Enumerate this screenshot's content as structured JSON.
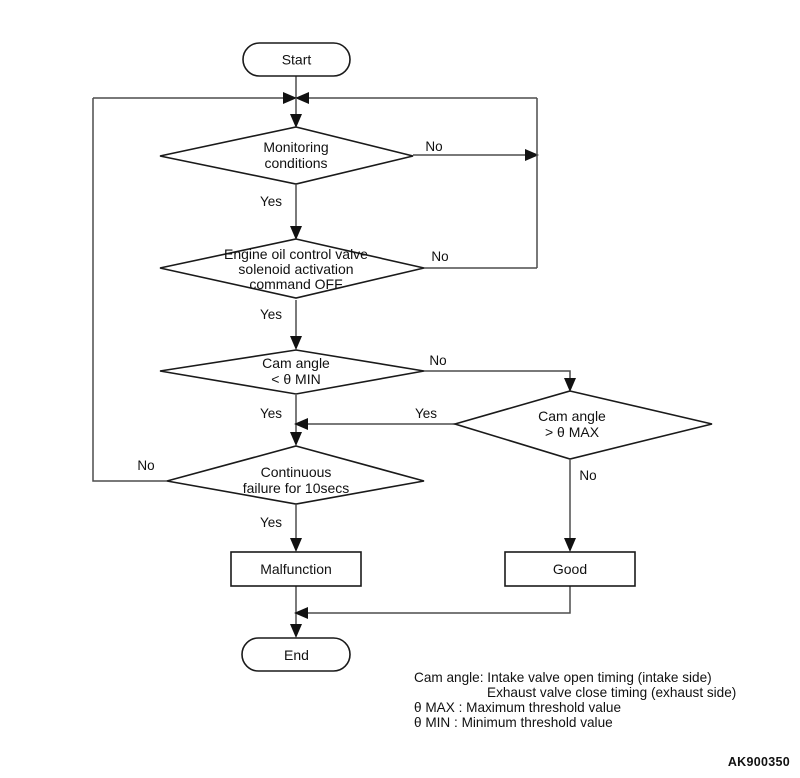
{
  "diagram": {
    "title": "Engine oil control valve / cam angle diagnostic flowchart",
    "reference_code": "AK900350",
    "colors": {
      "shape_stroke": "#1a1a1a",
      "connector": "#4d4d4d",
      "text": "#111111",
      "background": "#ffffff"
    },
    "terminals": {
      "start": "Start",
      "end": "End"
    },
    "decisions": [
      {
        "id": "monitoring",
        "text_lines": [
          "Monitoring",
          "conditions"
        ],
        "yes_label": "Yes",
        "no_label": "No"
      },
      {
        "id": "solenoid",
        "text_lines": [
          "Engine oil control valve",
          "solenoid activation",
          "command OFF"
        ],
        "yes_label": "Yes",
        "no_label": "No"
      },
      {
        "id": "cam-min",
        "text_lines": [
          "Cam angle",
          "< θ MIN"
        ],
        "yes_label": "Yes",
        "no_label": "No"
      },
      {
        "id": "cam-max",
        "text_lines": [
          "Cam angle",
          "> θ MAX"
        ],
        "yes_label": "Yes",
        "no_label": "No"
      },
      {
        "id": "continuous-failure",
        "text_lines": [
          "Continuous",
          "failure for 10secs"
        ],
        "yes_label": "Yes",
        "no_label": "No"
      }
    ],
    "results": [
      {
        "id": "malfunction",
        "label": "Malfunction"
      },
      {
        "id": "good",
        "label": "Good"
      }
    ],
    "legend": [
      "Cam angle: Intake valve open timing (intake side)",
      "Exhaust valve close timing (exhaust side)",
      "θ MAX      : Maximum threshold value",
      "θ MIN       : Minimum threshold value"
    ]
  }
}
